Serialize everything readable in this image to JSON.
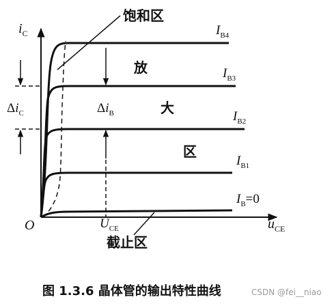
{
  "diagram": {
    "axes": {
      "y_label_main": "i",
      "y_label_sub": "C",
      "x_label_main": "u",
      "x_label_sub": "CE",
      "origin": "O"
    },
    "curves": [
      {
        "label_main": "I",
        "label_sub": "B4"
      },
      {
        "label_main": "I",
        "label_sub": "B3"
      },
      {
        "label_main": "I",
        "label_sub": "B2"
      },
      {
        "label_main": "I",
        "label_sub": "B1"
      },
      {
        "label_main": "I",
        "label_sub": "B",
        "label_suffix": "=0"
      }
    ],
    "annotations": {
      "saturation_region": "饱和区",
      "amplification_region_chars": [
        "放",
        "大",
        "区"
      ],
      "cutoff_region": "截止区",
      "delta_ic_prefix": "Δ",
      "delta_ic_main": "i",
      "delta_ic_sub": "C",
      "delta_ib_prefix": "Δ",
      "delta_ib_main": "i",
      "delta_ib_sub": "B",
      "uce_main": "U",
      "uce_sub": "CE"
    },
    "caption": "图 1.3.6   晶体管的输出特性曲线",
    "watermark": "CSDN @fei__niao"
  }
}
